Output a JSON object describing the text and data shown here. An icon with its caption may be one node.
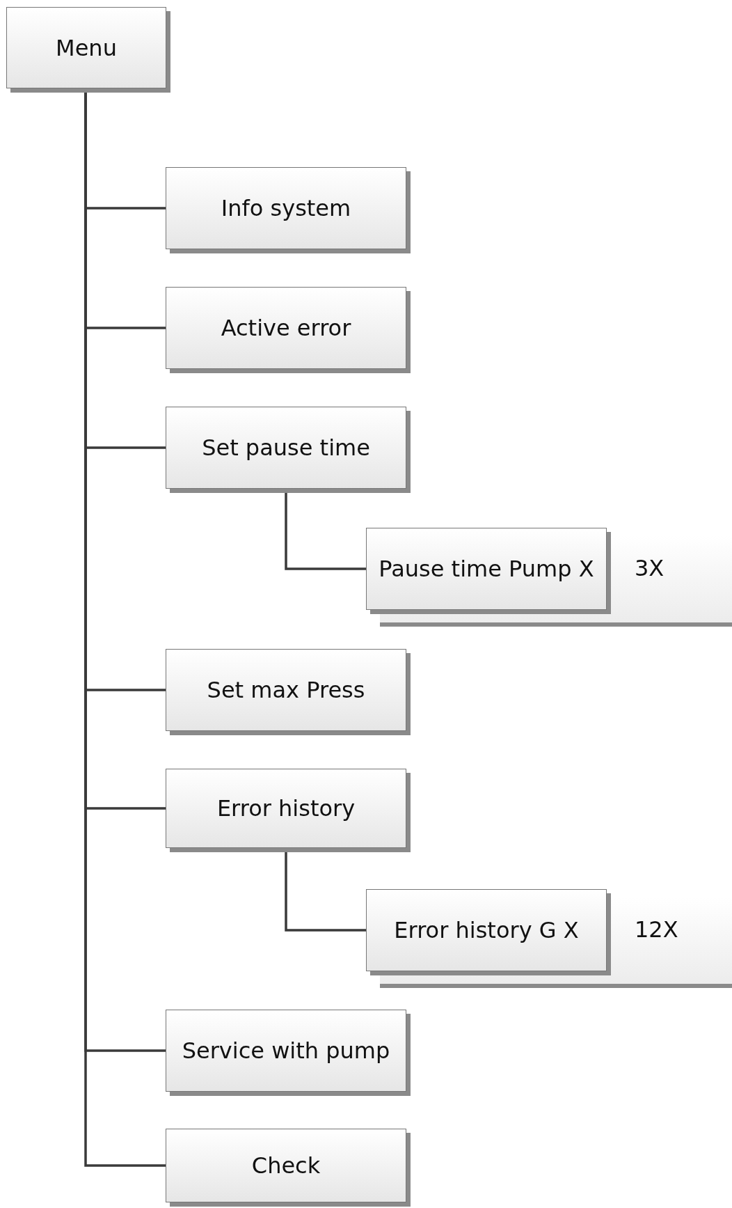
{
  "diagram": {
    "nodes": [
      {
        "text": [
          "Menu"
        ]
      },
      {
        "text": [
          "Info system"
        ]
      },
      {
        "text": [
          "Active error"
        ]
      },
      {
        "text": [
          "Set pause time"
        ]
      },
      {
        "text": [
          "Pause time Pump X"
        ],
        "beside": [
          "3X"
        ]
      },
      {
        "text": [
          "Set max Press"
        ]
      },
      {
        "text": [
          "Error history"
        ]
      },
      {
        "text": [
          "Error history G X"
        ],
        "beside": [
          "12X"
        ]
      },
      {
        "text": [
          "Service with pump"
        ]
      },
      {
        "text": [
          "Check"
        ]
      }
    ],
    "edges": [
      {
        "from": 0,
        "to": 1,
        "arrow": "none"
      },
      {
        "from": 0,
        "to": 2,
        "arrow": "none"
      },
      {
        "from": 0,
        "to": 3,
        "arrow": "none"
      },
      {
        "from": 3,
        "to": 4,
        "arrow": "none"
      },
      {
        "from": 0,
        "to": 5,
        "arrow": "none"
      },
      {
        "from": 0,
        "to": 6,
        "arrow": "none"
      },
      {
        "from": 6,
        "to": 7,
        "arrow": "none"
      },
      {
        "from": 0,
        "to": 8,
        "arrow": "none"
      },
      {
        "from": 0,
        "to": 9,
        "arrow": "none"
      }
    ]
  }
}
